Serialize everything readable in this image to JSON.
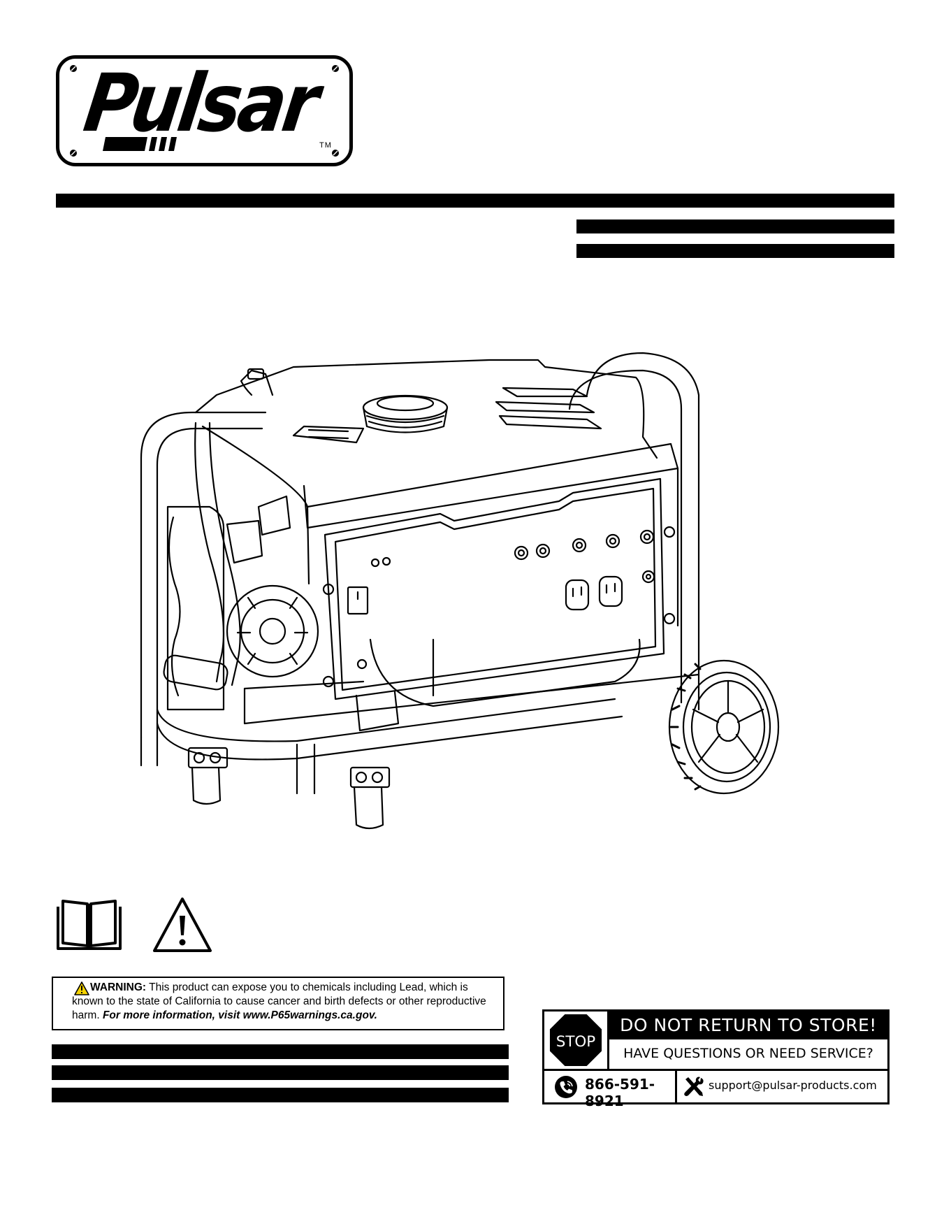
{
  "logo": {
    "brand": "Pulsar",
    "trademark": "TM"
  },
  "prop65": {
    "label": "WARNING:",
    "text_line1": " This product can expose you to chemicals including Lead, which is",
    "text_line2": "known to the state of California to cause cancer and birth defects or other reproductive",
    "text_line3": "harm. ",
    "more_info": "For more information, visit www.P65warnings.ca.gov."
  },
  "support": {
    "stop_label": "STOP",
    "headline": "DO NOT RETURN TO STORE!",
    "subheadline": "HAVE QUESTIONS OR NEED SERVICE?",
    "phone": "866-591-8921",
    "email": "support@pulsar-products.com",
    "phone_icon": "phone-icon",
    "tools_icon": "tools-icon"
  },
  "icons": {
    "manual": "open-book-icon",
    "caution": "warning-triangle-icon"
  },
  "colors": {
    "ink": "#000000",
    "paper": "#ffffff",
    "stop_red": "#000000"
  }
}
